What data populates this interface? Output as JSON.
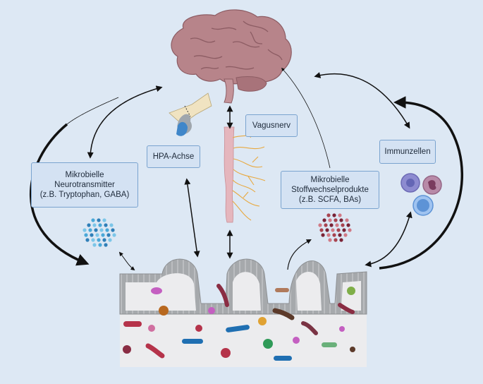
{
  "labels": {
    "neuro": {
      "line1": "Mikrobielle",
      "line2": "Neurotransmitter",
      "line3": "(z.B. Tryptophan, GABA)"
    },
    "hpa": "HPA-Achse",
    "vagus": "Vagusnerv",
    "metabolites": {
      "line1": "Mikrobielle",
      "line2": "Stoffwechselprodukte",
      "line3": "(z.B. SCFA, BAs)"
    },
    "immune": "Immunzellen"
  },
  "colors": {
    "background": "#dde8f4",
    "box_fill": "#d4e2f3",
    "box_border": "#7aa3cf",
    "brain": "#b7848a",
    "nerve": "#e8a940",
    "gut_wall": "#a4a7aa",
    "arrow": "#111111"
  }
}
